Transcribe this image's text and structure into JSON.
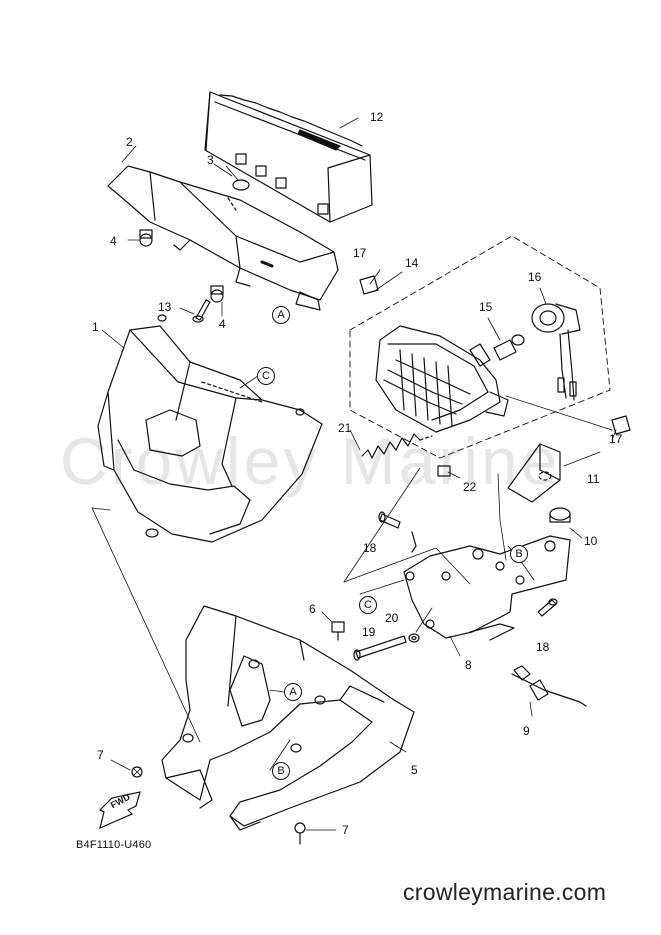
{
  "watermark": "Crowley Marine",
  "diagram_code": "B4F1110-U460",
  "site_url": "crowleymarine.com",
  "fwd_label": "FWD",
  "callouts": {
    "n1": "1",
    "n2": "2",
    "n3": "3",
    "n4a": "4",
    "n4b": "4",
    "n5": "5",
    "n6": "6",
    "n7a": "7",
    "n7b": "7",
    "n8": "8",
    "n9": "9",
    "n10": "10",
    "n11": "11",
    "n12": "12",
    "n13": "13",
    "n14": "14",
    "n15": "15",
    "n16": "16",
    "n17a": "17",
    "n17b": "17",
    "n18a": "18",
    "n18b": "18",
    "n19": "19",
    "n20": "20",
    "n21": "21",
    "n22": "22"
  },
  "reference_marks": {
    "a1": "A",
    "a2": "A",
    "b1": "B",
    "b2": "B",
    "c1": "C",
    "c2": "C"
  }
}
